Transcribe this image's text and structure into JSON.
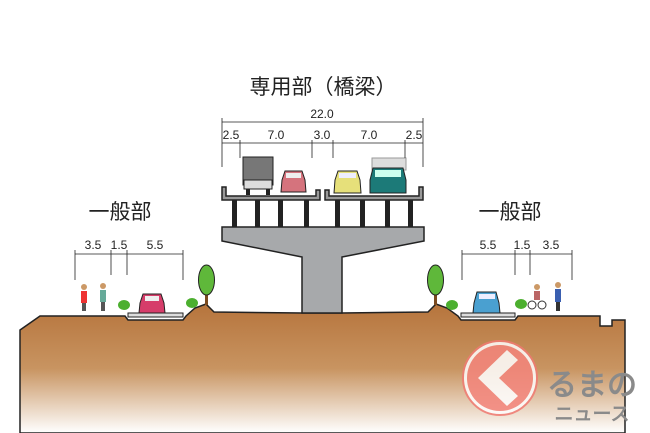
{
  "title": "専用部（橋梁）",
  "bridge": {
    "total_width": "22.0",
    "segments": [
      "2.5",
      "7.0",
      "3.0",
      "7.0",
      "2.5"
    ]
  },
  "left_general": {
    "label": "一般部",
    "segments": [
      "3.5",
      "1.5",
      "5.5"
    ]
  },
  "right_general": {
    "label": "一般部",
    "segments": [
      "5.5",
      "1.5",
      "3.5"
    ]
  },
  "watermark": {
    "line1": "るまの",
    "line2": "ニュース"
  },
  "colors": {
    "ground": "#b87a45",
    "pier": "#a7a9ab",
    "logo_red": "#f07a72",
    "logo_text": "#8a8a8a"
  }
}
